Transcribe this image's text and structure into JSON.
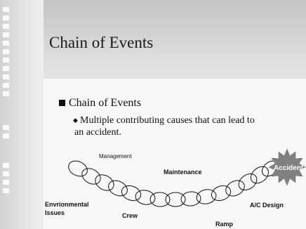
{
  "slide": {
    "title": "Chain of Events",
    "bullet_level1": "Chain of Events",
    "bullet_level2": "Multiple contributing causes that can lead to an accident."
  },
  "diagram": {
    "labels": {
      "management": "Management",
      "maintenance": "Maintenance",
      "accident": "Accident",
      "environmental": "Envrionmental Issues",
      "crew": "Crew",
      "ac_design": "A/C Design",
      "ramp": "Ramp"
    },
    "colors": {
      "accident_burst": "#808080",
      "chain_link_stroke": "#111111"
    }
  }
}
